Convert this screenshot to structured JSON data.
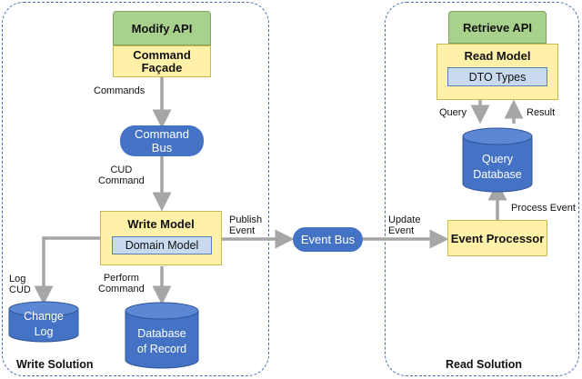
{
  "write_panel": {
    "title": "Write Solution"
  },
  "read_panel": {
    "title": "Read Solution"
  },
  "modify_api": "Modify API",
  "command_facade": "Command\nFaçade",
  "commands_label": "Commands",
  "command_bus": "Command\nBus",
  "cud_command_label": "CUD\nCommand",
  "write_model": {
    "title": "Write Model",
    "inner": "Domain Model"
  },
  "publish_event_label": "Publish\nEvent",
  "log_cud_label": "Log\nCUD",
  "perform_command_label": "Perform\nCommand",
  "change_log": "Change\nLog",
  "database_of_record": "Database\nof Record",
  "event_bus": "Event Bus",
  "update_event_label": "Update\nEvent",
  "retrieve_api": "Retrieve API",
  "read_model": {
    "title": "Read Model",
    "inner": "DTO Types"
  },
  "query_label": "Query",
  "result_label": "Result",
  "query_database": "Query\nDatabase",
  "process_event_label": "Process Event",
  "event_processor": "Event Processor",
  "colors": {
    "arrow": "#a6a6a6",
    "blue": "#4472c4",
    "green": "#a9d18e",
    "yellow": "#fff2a8",
    "light_blue": "#c9daf0"
  }
}
